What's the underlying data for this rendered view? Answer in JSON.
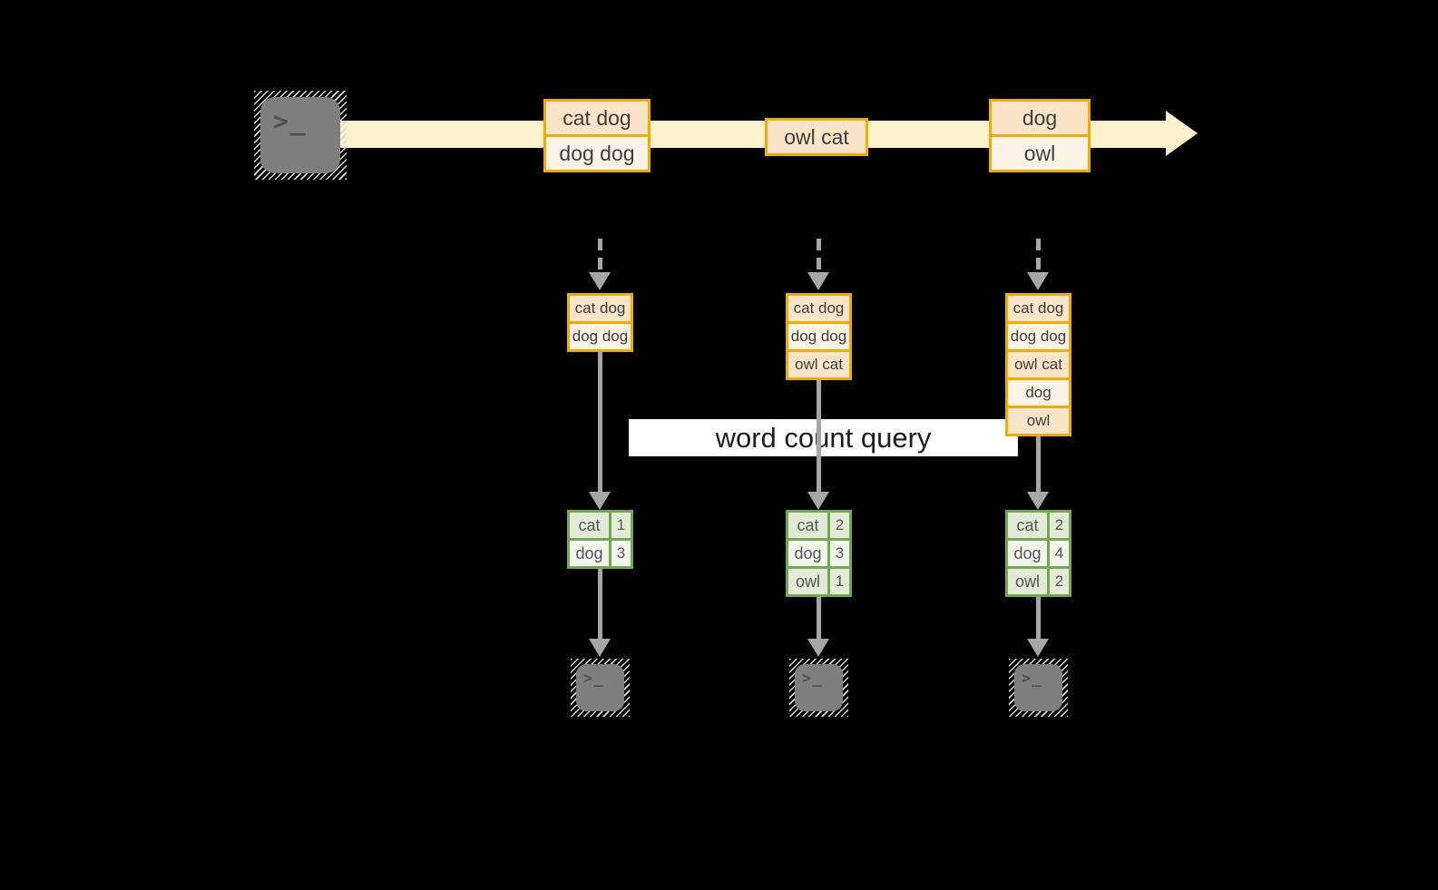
{
  "colors": {
    "background": "#000000",
    "orange_border": "#f2ab00",
    "peach_dark": "#fbe5c8",
    "peach_light": "#fdf3e6",
    "stream_cream": "#fdf1cd",
    "green_border": "#70a94e",
    "green_dark": "#e4ead8",
    "green_light": "#f2f5ec",
    "arrow_gray": "#a6a6a6",
    "terminal_gray": "#7f7f7f",
    "label_bg": "#ffffff",
    "text_dark": "#3d3d3d"
  },
  "icons": {
    "terminal_prompt": ">_"
  },
  "stream": {
    "events": [
      {
        "lines": [
          "cat dog",
          "dog dog"
        ]
      },
      {
        "lines": [
          "owl cat"
        ]
      },
      {
        "lines": [
          "dog",
          "owl"
        ]
      }
    ]
  },
  "query_label": {
    "text": "word count query"
  },
  "columns": [
    {
      "buffer": [
        "cat dog",
        "dog dog"
      ],
      "counts": [
        [
          "cat",
          "1"
        ],
        [
          "dog",
          "3"
        ]
      ]
    },
    {
      "buffer": [
        "cat dog",
        "dog dog",
        "owl cat"
      ],
      "counts": [
        [
          "cat",
          "2"
        ],
        [
          "dog",
          "3"
        ],
        [
          "owl",
          "1"
        ]
      ]
    },
    {
      "buffer": [
        "cat dog",
        "dog dog",
        "owl cat",
        "dog",
        "owl"
      ],
      "counts": [
        [
          "cat",
          "2"
        ],
        [
          "dog",
          "4"
        ],
        [
          "owl",
          "2"
        ]
      ]
    }
  ]
}
